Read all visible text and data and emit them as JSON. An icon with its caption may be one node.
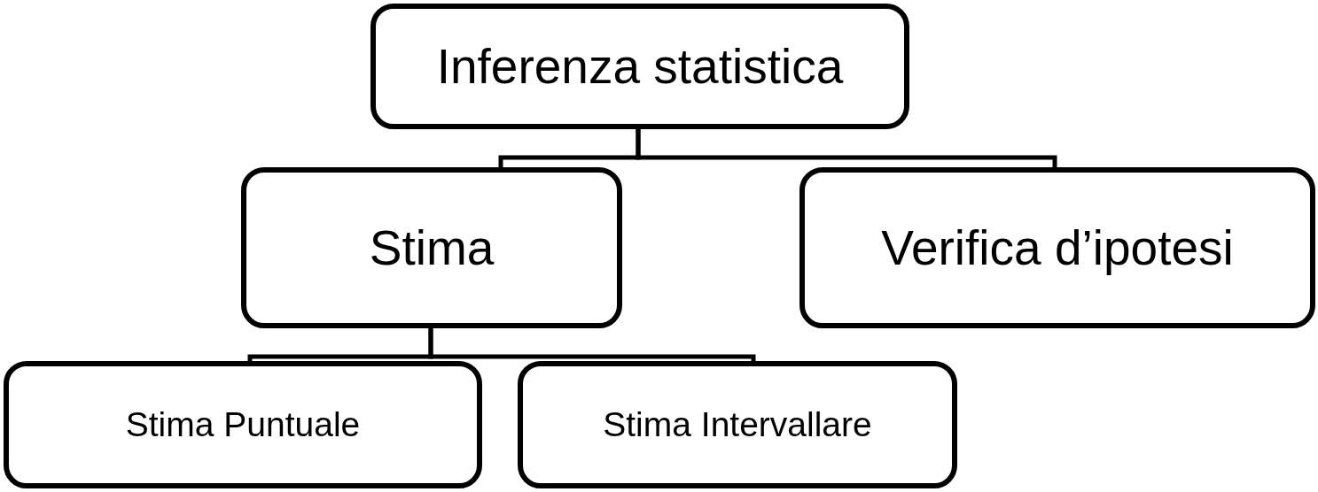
{
  "diagram": {
    "nodes": [
      {
        "text": [
          "Inferenza statistica"
        ]
      },
      {
        "text": [
          "Stima"
        ]
      },
      {
        "text": [
          "Verifica d’ipotesi"
        ]
      },
      {
        "text": [
          "Stima Puntuale"
        ]
      },
      {
        "text": [
          "Stima Intervallare"
        ]
      }
    ],
    "edges": [
      {
        "from": 0,
        "to": 1,
        "arrow": "none"
      },
      {
        "from": 0,
        "to": 2,
        "arrow": "none"
      },
      {
        "from": 1,
        "to": 3,
        "arrow": "none"
      },
      {
        "from": 1,
        "to": 4,
        "arrow": "none"
      }
    ]
  }
}
